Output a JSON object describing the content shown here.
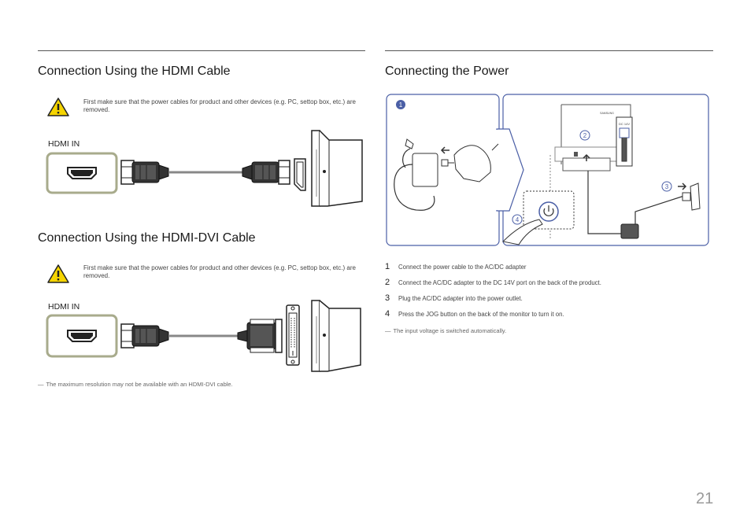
{
  "left_column": {
    "hdmi_section": {
      "title": "Connection Using the HDMI Cable",
      "warning": "First make sure that the power cables for product and other devices (e.g. PC, settop box, etc.) are removed.",
      "port_label": "HDMI IN"
    },
    "hdmi_dvi_section": {
      "title": "Connection Using the HDMI-DVI Cable",
      "warning": "First make sure that the power cables for product and other devices (e.g. PC, settop box, etc.) are removed.",
      "port_label": "HDMI IN",
      "note": "The maximum resolution may not be available with an HDMI-DVI cable."
    }
  },
  "right_column": {
    "power_section": {
      "title": "Connecting the Power",
      "diagram": {
        "callouts": [
          "1",
          "2",
          "3",
          "4"
        ],
        "monitor_brand": "SAMSUNG",
        "port_label": "DC 14V"
      },
      "steps": [
        {
          "num": "1",
          "text": "Connect the power cable to the AC/DC adapter"
        },
        {
          "num": "2",
          "text": "Connect the AC/DC adapter to the DC 14V port on the back of the product."
        },
        {
          "num": "3",
          "text": "Plug the AC/DC adapter into the power outlet."
        },
        {
          "num": "4",
          "text": "Press the JOG button on the back of the monitor to turn it on."
        }
      ],
      "note": "The input voltage is switched automatically."
    }
  },
  "note_dash": "―",
  "page_number": "21",
  "colors": {
    "port_box": "#a8ab8c",
    "callout": "#4b5fa6",
    "panel_border": "#4b5fa6",
    "warning_fill": "#f5d400"
  }
}
